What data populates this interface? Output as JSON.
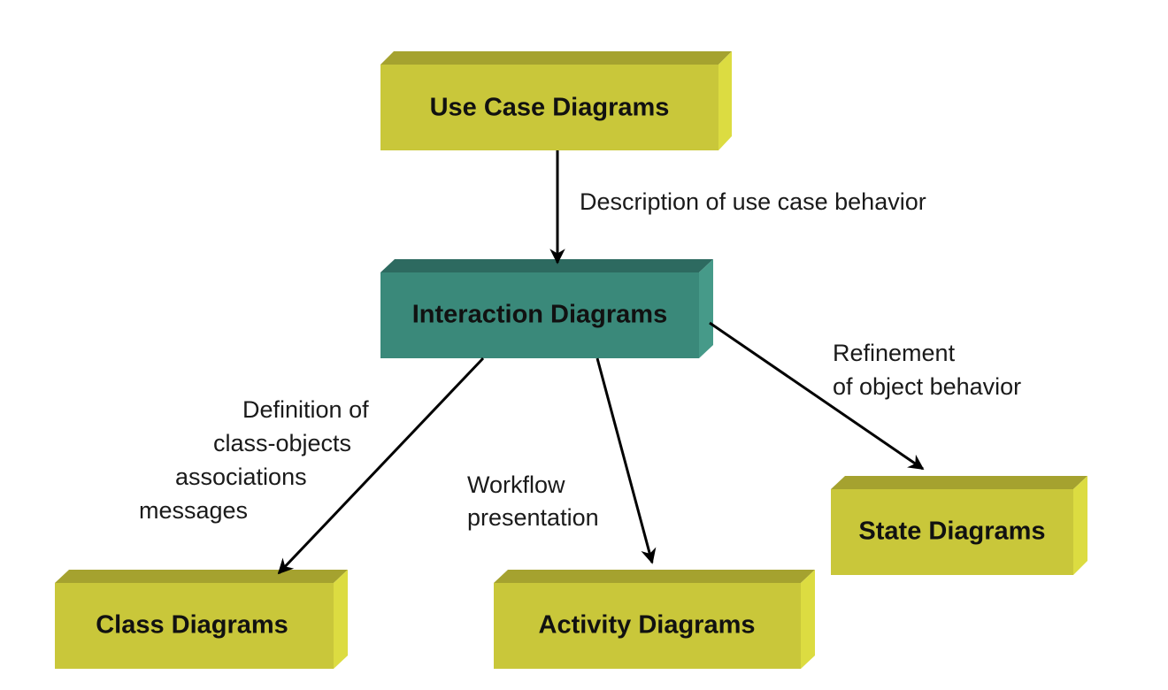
{
  "colors": {
    "box_front": "#c9c73a",
    "box_top": "#a5a22f",
    "box_side": "#dcdc41",
    "center_front": "#3a897a",
    "center_top": "#2d6a60",
    "center_side": "#469a89",
    "arrow": "#000000"
  },
  "nodes": {
    "use_case": "Use Case Diagrams",
    "interaction": "Interaction Diagrams",
    "class": "Class Diagrams",
    "activity": "Activity Diagrams",
    "state": "State Diagrams"
  },
  "edges": {
    "use_case_to_interaction": [
      "Description of use case behavior"
    ],
    "interaction_to_class": [
      "Definition of",
      "class-objects",
      "associations",
      "messages"
    ],
    "interaction_to_activity": [
      "Workflow",
      "presentation"
    ],
    "interaction_to_state": [
      "Refinement",
      "of object behavior"
    ]
  }
}
